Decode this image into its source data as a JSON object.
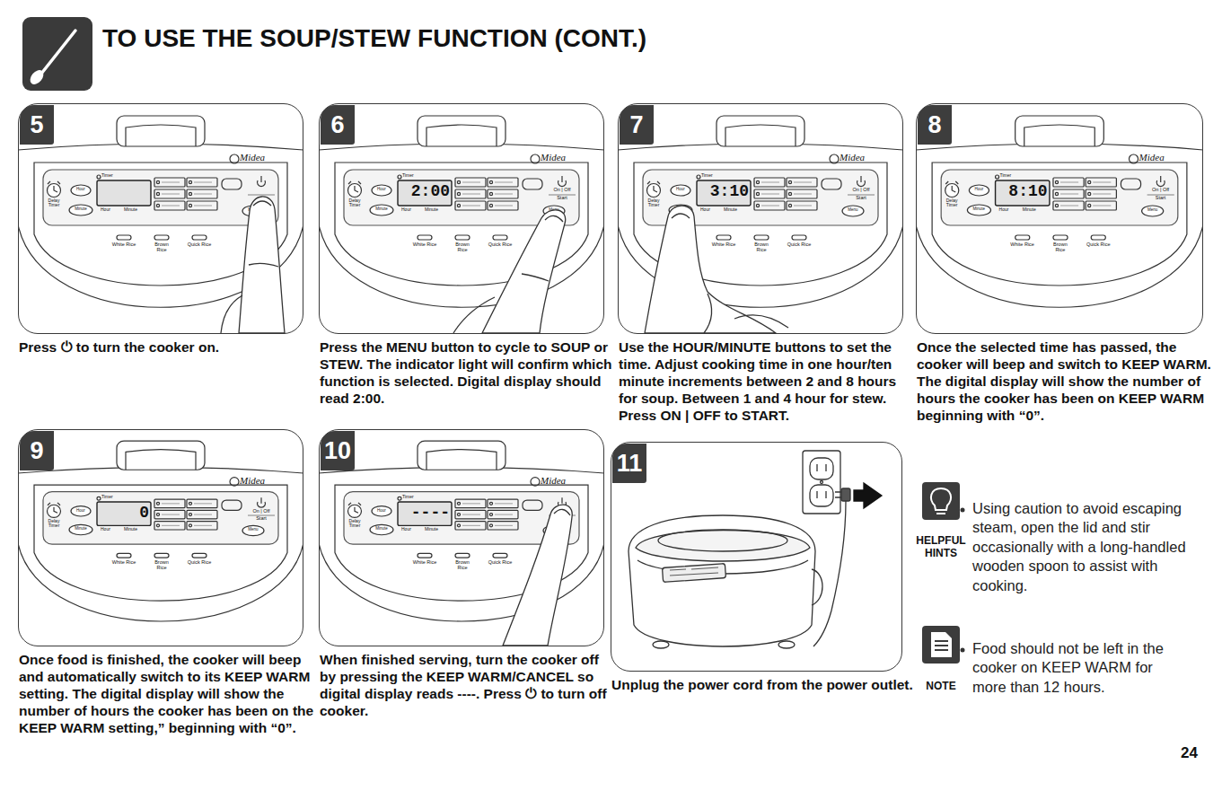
{
  "diagram": {
    "title": "TO USE THE SOUP/STEW FUNCTION (CONT.)",
    "nodes": [
      {
        "text": [
          "5",
          "Press ⏻ to turn the cooker on."
        ]
      },
      {
        "text": [
          "6",
          "Press the MENU button to cycle to SOUP or STEW. The indicator light will confirm which function is selected. Digital display should read 2:00."
        ]
      },
      {
        "text": [
          "7",
          "Use the HOUR/MINUTE buttons to set the time. Adjust cooking time in one hour/ten minute increments between 2 and 8 hours for soup. Between 1 and 4 hour for stew. Press ON | OFF to START."
        ]
      },
      {
        "text": [
          "8",
          "Once the selected time has passed, the cooker will beep and switch to KEEP WARM. The digital display will show the number of hours the cooker has been on KEEP WARM beginning with “0”."
        ]
      },
      {
        "text": [
          "9",
          "Once food is finished, the cooker will beep and automatically switch to its KEEP WARM setting. The digital display will show the number of hours the cooker has been on the KEEP WARM setting,” beginning with “0”."
        ]
      },
      {
        "text": [
          "10",
          "When finished serving, turn the cooker off by pressing the KEEP WARM/CANCEL so digital display reads ----. Press ⏻ to turn off cooker."
        ]
      },
      {
        "text": [
          "11",
          "Unplug the power cord from the power outlet."
        ]
      }
    ],
    "labels": [
      "Timer",
      "Midea",
      "Delay Timer",
      "Hour",
      "Minute",
      "Hour",
      "Minute",
      "Menu",
      "White Rice",
      "Brown Rice",
      "Quick Rice",
      "Timer",
      "2:00",
      "Midea",
      "Delay Timer",
      "Hour",
      "Minute",
      "Hour",
      "Minute",
      "On | Off",
      "Start",
      "Menu",
      "White Rice",
      "Brown Rice",
      "Quick Rice",
      "Timer",
      "3:10",
      "Midea",
      "Delay Timer",
      "Hour",
      "Minute",
      "Hour",
      "Minute",
      "On | Off",
      "Start",
      "Menu",
      "White Rice",
      "Brown Rice",
      "Quick Rice",
      "Timer",
      "8:10",
      "Midea",
      "Delay Timer",
      "Hour",
      "Minute",
      "Hour",
      "Minute",
      "On | Off",
      "Start",
      "Menu",
      "White Rice",
      "Brown Rice",
      "Quick Rice",
      "Timer",
      "0",
      "Midea",
      "Delay Timer",
      "Hour",
      "Minute",
      "Hour",
      "Minute",
      "On | Off",
      "Start",
      "Menu",
      "White Rice",
      "Brown Rice",
      "Quick Rice",
      "Timer",
      "----",
      "Midea",
      "Delay Timer",
      "Hour",
      "Minute",
      "Hour",
      "Minute",
      "On | Off",
      "Start",
      "Menu",
      "White Rice",
      "Brown Rice",
      "Quick Rice",
      "HELPFUL HINTS",
      "Using caution to avoid escaping steam, open the lid and stir occasionally with a long-handled wooden spoon to assist with cooking.",
      "NOTE",
      "Food should not be left in the cooker on KEEP WARM for more than 12 hours.",
      "24"
    ]
  }
}
